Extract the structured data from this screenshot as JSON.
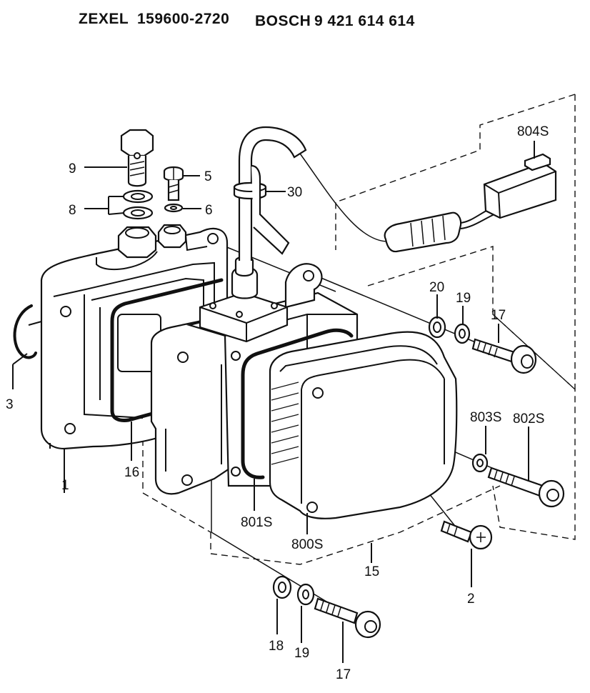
{
  "header": {
    "brand1": "ZEXEL",
    "number1": "159600-2720",
    "brand2": "BOSCH",
    "number2": "9 421 614 614"
  },
  "labels": {
    "p1": "1",
    "p2": "2",
    "p3": "3",
    "p5": "5",
    "p6": "6",
    "p8": "8",
    "p9": "9",
    "p15": "15",
    "p16": "16",
    "p17a": "17",
    "p17b": "17",
    "p18": "18",
    "p19a": "19",
    "p19b": "19",
    "p20": "20",
    "p30": "30",
    "p800s": "800S",
    "p801s": "801S",
    "p802s": "802S",
    "p803s": "803S",
    "p804s": "804S"
  }
}
